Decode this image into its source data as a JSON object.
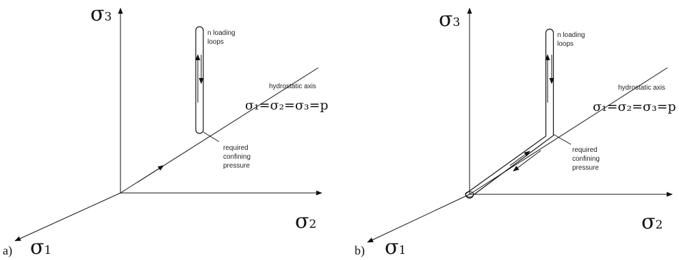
{
  "panels": [
    {
      "label": "a)",
      "axes": {
        "s1_base": "σ",
        "s1_sub": "1",
        "s2_base": "σ",
        "s2_sub": "2",
        "s3_base": "σ",
        "s3_sub": "3"
      },
      "annotations": {
        "loops_line1": "n loading",
        "loops_line2": "loops",
        "hydrostatic": "hydrostatic axis",
        "equation": "σ₁=σ₂=σ₃=p",
        "confining_line1": "required",
        "confining_line2": "confining",
        "confining_line3": "pressure"
      }
    },
    {
      "label": "b)",
      "axes": {
        "s1_base": "σ",
        "s1_sub": "1",
        "s2_base": "σ",
        "s2_sub": "2",
        "s3_base": "σ",
        "s3_sub": "3"
      },
      "annotations": {
        "loops_line1": "n loading",
        "loops_line2": "loops",
        "hydrostatic": "hydrostatic axis",
        "equation": "σ₁=σ₂=σ₃=p",
        "confining_line1": "required",
        "confining_line2": "confining",
        "confining_line3": "pressure"
      }
    }
  ]
}
